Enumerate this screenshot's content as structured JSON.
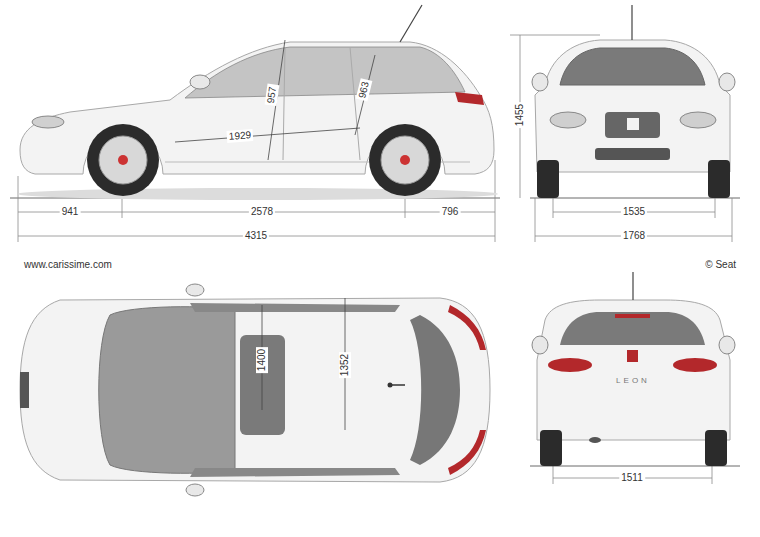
{
  "diagram": {
    "labels": [
      "957",
      "963",
      "1929",
      "941",
      "2578",
      "796",
      "4315",
      "1535",
      "1768",
      "1455",
      "www.carissime.com",
      "© Seat",
      "1400",
      "1352",
      "LEON",
      "1511"
    ]
  }
}
